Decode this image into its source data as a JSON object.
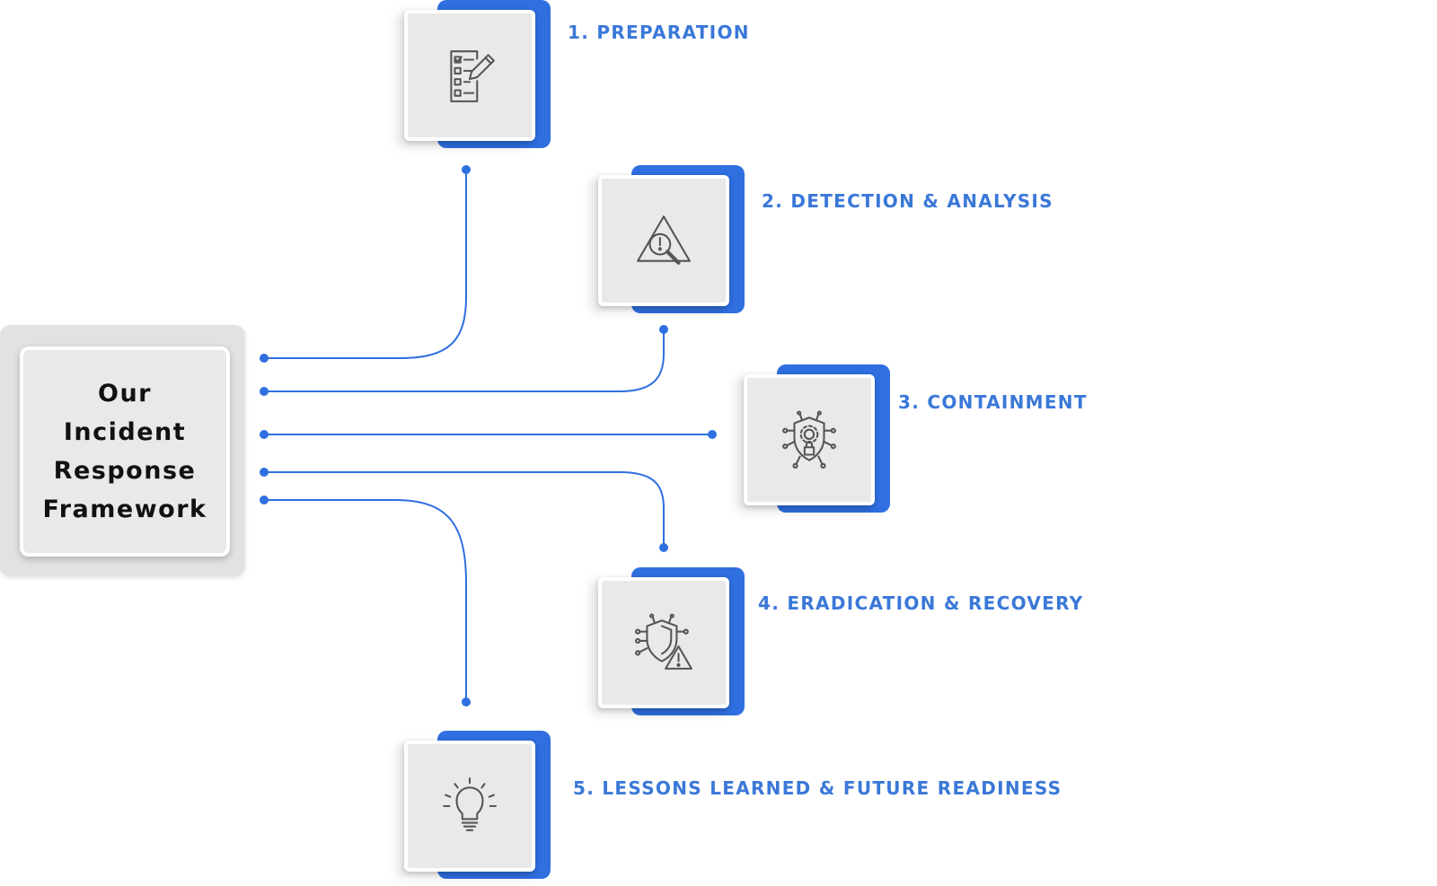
{
  "diagram": {
    "center_title": "Our Incident Response Framework",
    "accent_color": "#2f6fe0",
    "label_color": "#3a78d8",
    "steps": [
      {
        "label": "1. PREPARATION",
        "icon": "checklist-icon"
      },
      {
        "label": "2. DETECTION & ANALYSIS",
        "icon": "warning-magnifier-icon"
      },
      {
        "label": "3. CONTAINMENT",
        "icon": "shield-gear-lock-icon"
      },
      {
        "label": "4. ERADICATION & RECOVERY",
        "icon": "shield-warning-icon"
      },
      {
        "label": "5. LESSONS LEARNED & FUTURE READINESS",
        "icon": "lightbulb-icon"
      }
    ]
  }
}
